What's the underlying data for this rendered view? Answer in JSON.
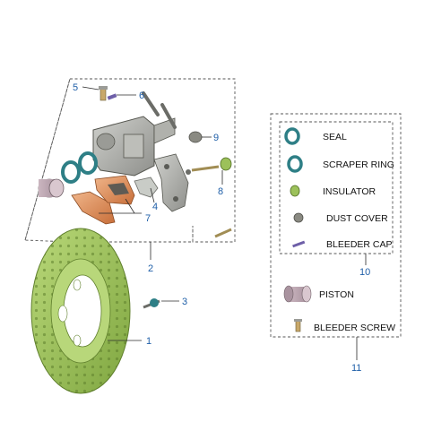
{
  "callouts": {
    "n1": "1",
    "n2": "2",
    "n3": "3",
    "n4": "4",
    "n5": "5",
    "n6": "6",
    "n7": "7",
    "n8": "8",
    "n9": "9",
    "n10": "10",
    "n11": "11"
  },
  "kit_10": {
    "items": [
      "SEAL",
      "SCRAPER RING",
      "INSULATOR",
      "DUST COVER",
      "BLEEDER CAP"
    ]
  },
  "kit_11": {
    "items": [
      "PISTON",
      "BLEEDER SCREW"
    ]
  },
  "colors": {
    "callout": "#1f5fa8",
    "disc": "#9cc15a",
    "pad_backing": "#e0925e",
    "caliper": "#a9aaa6",
    "seal": "#2e7f86"
  }
}
